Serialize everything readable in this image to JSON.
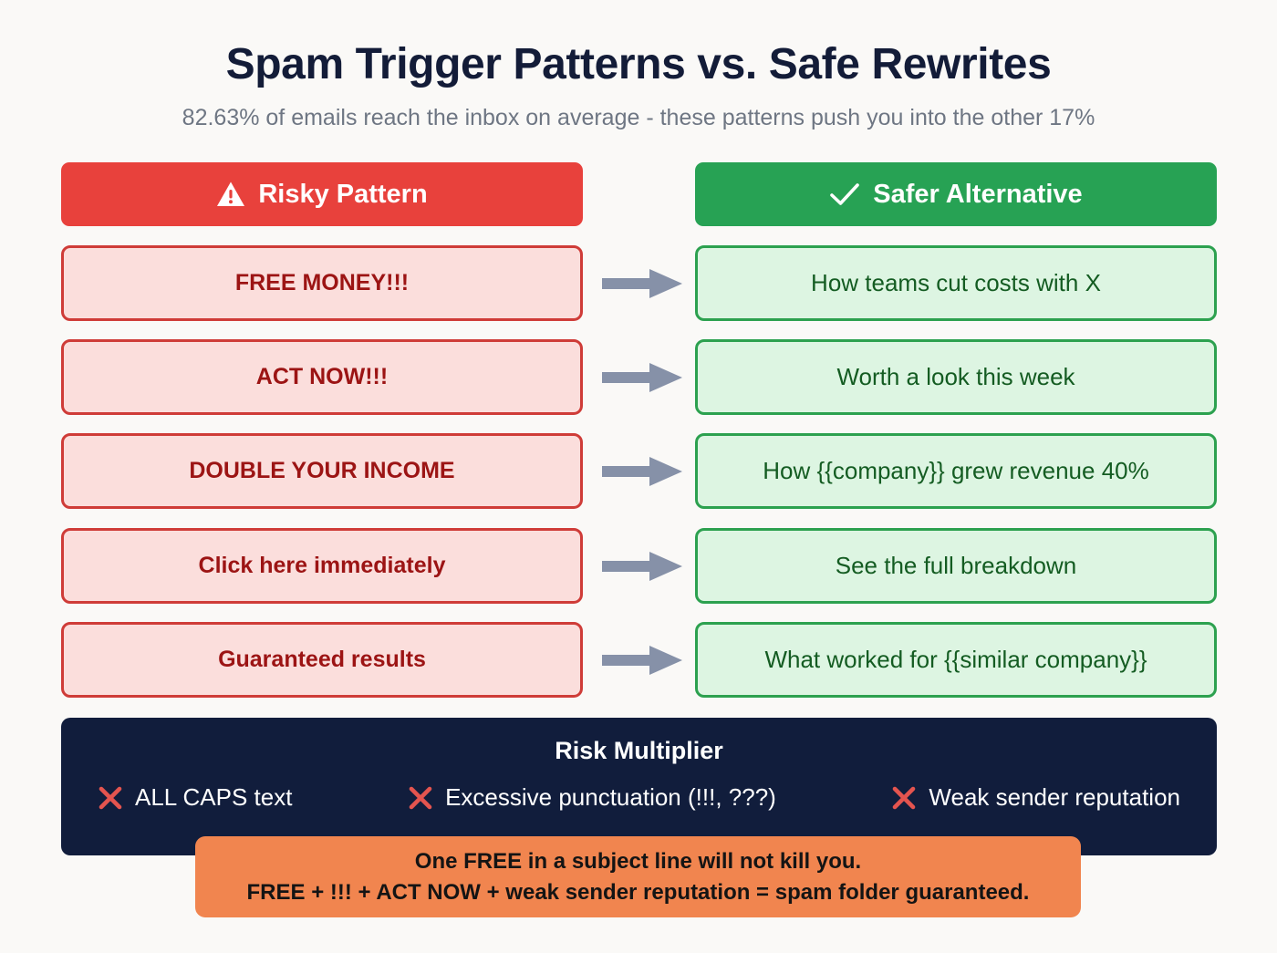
{
  "header": {
    "title": "Spam Trigger Patterns vs. Safe Rewrites",
    "subtitle": "82.63% of emails reach the inbox on average - these patterns push you into the other 17%"
  },
  "columns": {
    "risky": {
      "label": "Risky Pattern",
      "icon": "warning-triangle-icon",
      "color": "#e8413c"
    },
    "safe": {
      "label": "Safer Alternative",
      "icon": "check-icon",
      "color": "#27a254"
    }
  },
  "rows": [
    {
      "risky": "FREE MONEY!!!",
      "safe": "How teams cut costs with X",
      "arrow": "arrow-right-icon"
    },
    {
      "risky": "ACT NOW!!!",
      "safe": "Worth a look this week",
      "arrow": "arrow-right-icon"
    },
    {
      "risky": "DOUBLE YOUR INCOME",
      "safe": "How {{company}} grew revenue 40%",
      "arrow": "arrow-right-icon"
    },
    {
      "risky": "Click here immediately",
      "safe": "See the full breakdown",
      "arrow": "arrow-right-icon"
    },
    {
      "risky": "Guaranteed results",
      "safe": "What worked for {{similar company}}",
      "arrow": "arrow-right-icon"
    }
  ],
  "footer": {
    "title": "Risk Multiplier",
    "background": "#111d3c",
    "items": [
      {
        "icon": "x-mark-icon",
        "label": "ALL CAPS text"
      },
      {
        "icon": "x-mark-icon",
        "label": "Excessive punctuation (!!!, ???)"
      },
      {
        "icon": "x-mark-icon",
        "label": "Weak sender reputation"
      }
    ]
  },
  "callout": {
    "background": "#f1854f",
    "line1": "One FREE in a subject line will not kill you.",
    "line2": "FREE + !!! + ACT NOW + weak sender reputation = spam folder guaranteed."
  }
}
